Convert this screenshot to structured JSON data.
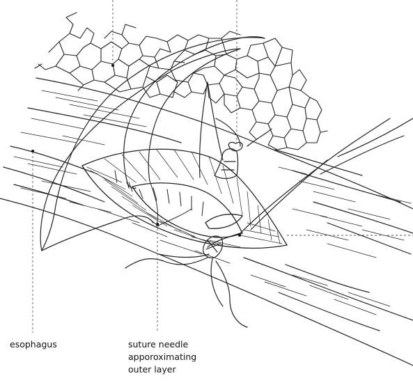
{
  "labels": {
    "esophagus": "esophagus",
    "needle_line1": "suture needle",
    "needle_line2": "apporoximating",
    "needle_line3": "outer layer"
  }
}
